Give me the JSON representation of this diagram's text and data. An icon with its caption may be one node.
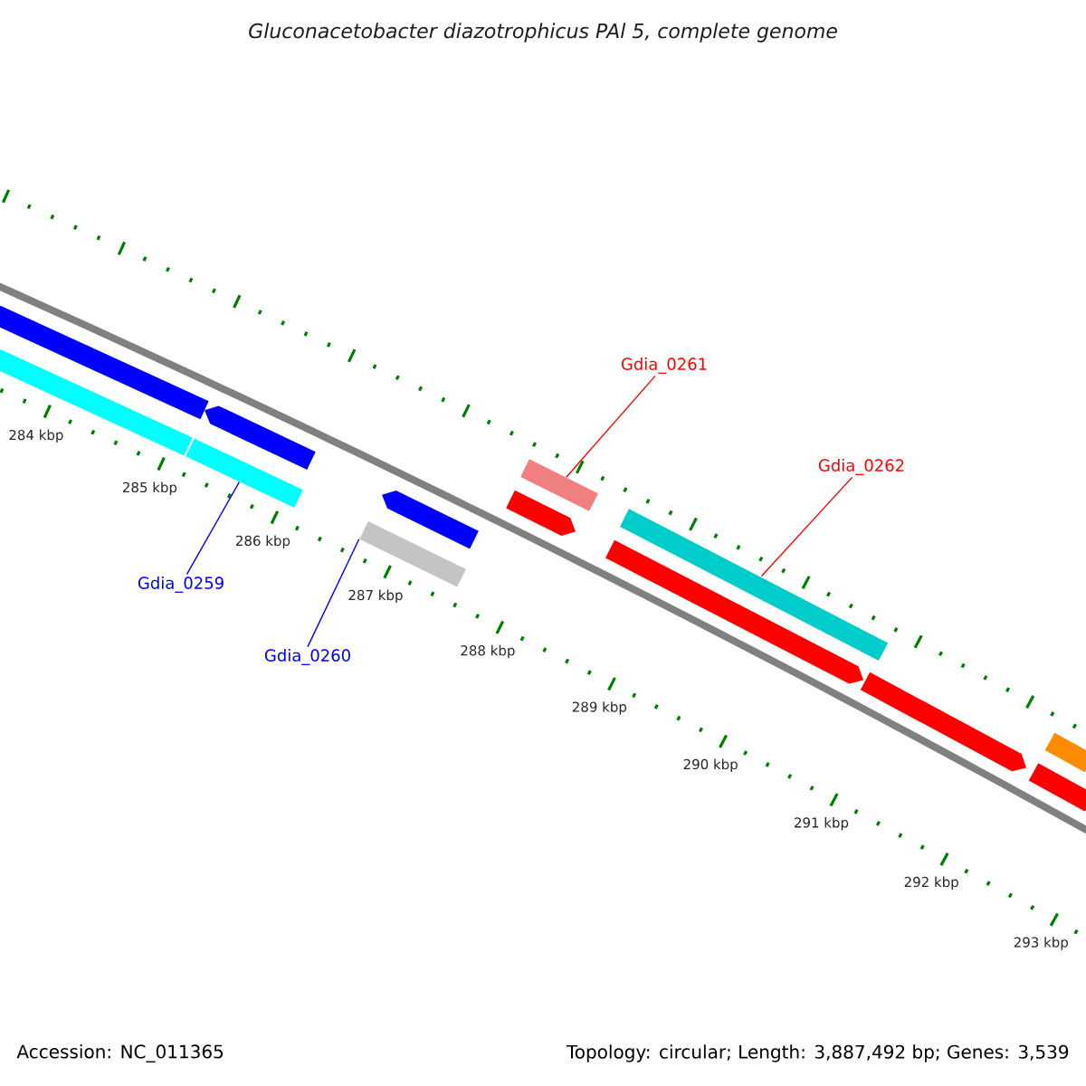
{
  "diagram": {
    "title": "Gluconacetobacter diazotrophicus PAl 5, complete genome",
    "nodes": [
      {
        "text": [
          "Gdia_0259"
        ]
      },
      {
        "text": [],
        "shape": "bar"
      },
      {
        "text": [
          "Gdia_0260"
        ]
      },
      {
        "text": [],
        "shape": "bar"
      },
      {
        "text": [
          "Gdia_0261"
        ]
      },
      {
        "text": [],
        "shape": "bar"
      },
      {
        "text": [
          "Gdia_0262"
        ]
      },
      {
        "text": [],
        "shape": "bar"
      },
      {
        "text": [],
        "shape": "bar"
      },
      {
        "text": [],
        "shape": "bar"
      },
      {
        "text": [],
        "shape": "arrow"
      },
      {
        "text": [],
        "shape": "arrow"
      },
      {
        "text": [],
        "shape": "arrow"
      },
      {
        "text": [],
        "shape": "arrow"
      },
      {
        "text": [],
        "shape": "arrow"
      },
      {
        "text": [],
        "shape": "bar"
      },
      {
        "text": [],
        "shape": "bar"
      }
    ],
    "edges": [
      {
        "from": 0,
        "to": 1,
        "arrow": "none",
        "color": "#0000ff"
      },
      {
        "from": 2,
        "to": 3,
        "arrow": "none",
        "color": "#0000ff"
      },
      {
        "from": 4,
        "to": 5,
        "arrow": "none",
        "color": "#ff0000"
      },
      {
        "from": 6,
        "to": 7,
        "arrow": "none",
        "color": "#ff0000"
      }
    ],
    "labels": [
      "284 kbp",
      "285 kbp",
      "286 kbp",
      "287 kbp",
      "288 kbp",
      "289 kbp",
      "290 kbp",
      "291 kbp",
      "292 kbp",
      "293 kbp",
      "Accession: NC_011365",
      "Topology: circular; Length: 3,887,492 bp; Genes: 3,539"
    ]
  }
}
